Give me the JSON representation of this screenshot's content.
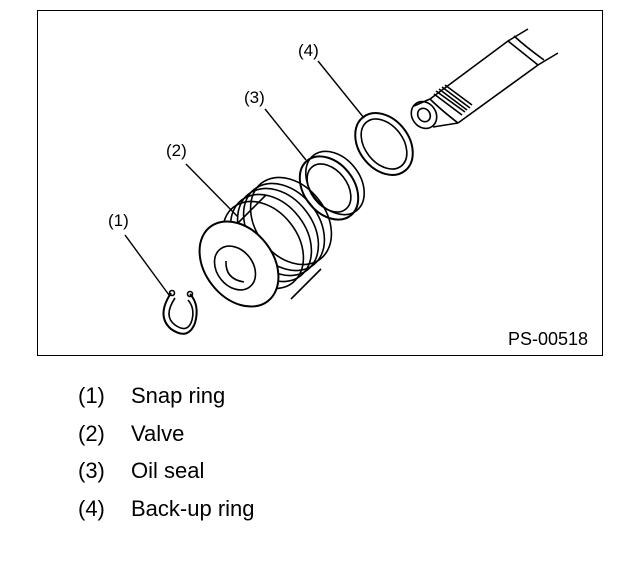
{
  "figure": {
    "code": "PS-00518",
    "callouts": [
      "(1)",
      "(2)",
      "(3)",
      "(4)"
    ]
  },
  "legend": [
    {
      "num": "(1)",
      "label": "Snap ring"
    },
    {
      "num": "(2)",
      "label": "Valve"
    },
    {
      "num": "(3)",
      "label": "Oil seal"
    },
    {
      "num": "(4)",
      "label": "Back-up ring"
    }
  ]
}
